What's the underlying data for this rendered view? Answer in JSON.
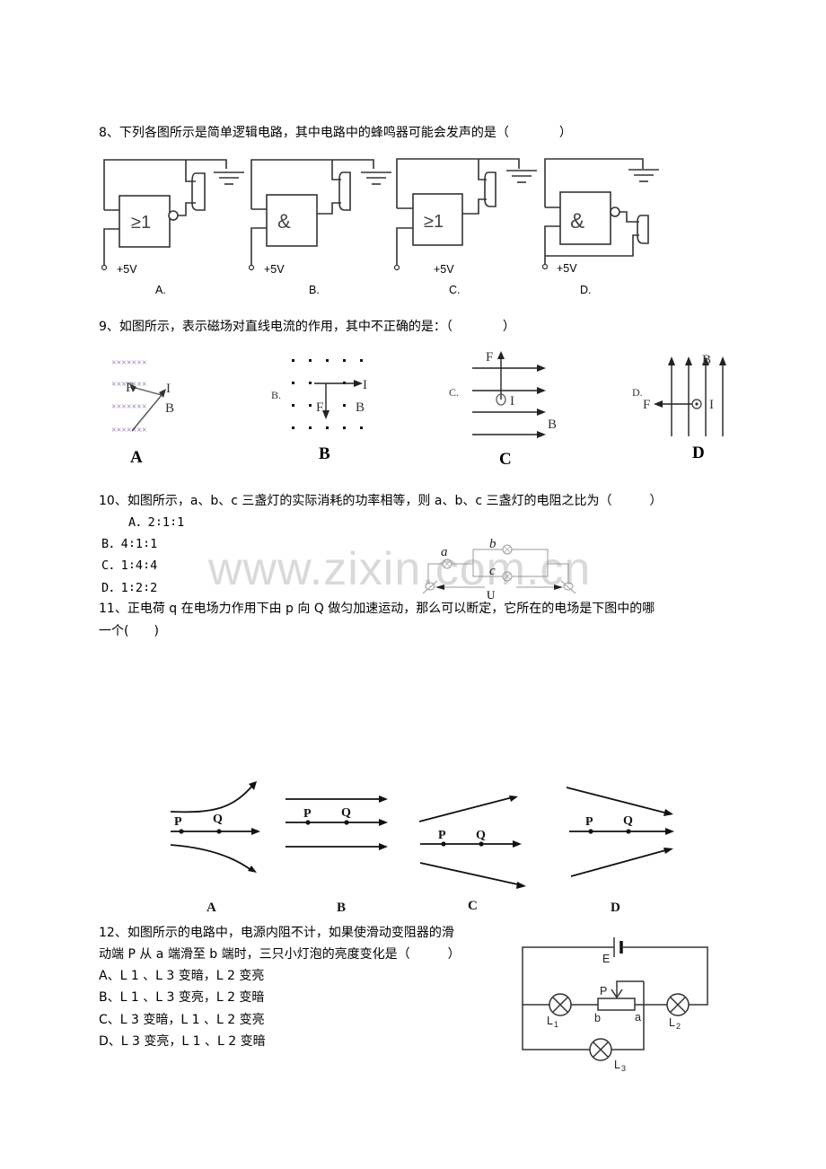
{
  "watermark": "www.zixin.com.cn",
  "q8": {
    "stem": "8、下列各图所示是简单逻辑电路，其中电路中的蜂鸣器可能会发声的是（　　　　）",
    "figures": [
      {
        "label": "A.",
        "gate": "≥1",
        "supply": "+5V"
      },
      {
        "label": "B.",
        "gate": "&",
        "supply": "+5V"
      },
      {
        "label": "C.",
        "gate": "≥1",
        "supply": "+5V"
      },
      {
        "label": "D.",
        "gate": "&",
        "supply": "+5V"
      }
    ]
  },
  "q9": {
    "stem": "9、如图所示，表示磁场对直线电流的作用，其中不正确的是：（　　　　）",
    "figures": [
      {
        "label": "A",
        "force": "F",
        "current": "I",
        "field": "B"
      },
      {
        "label": "B",
        "prefix": "B.",
        "force": "F",
        "current": "I",
        "field": "B"
      },
      {
        "label": "C",
        "prefix": "C.",
        "force": "F",
        "current": "I",
        "field": "B"
      },
      {
        "label": "D",
        "prefix": "D.",
        "force": "F",
        "current": "I",
        "field": "B"
      }
    ]
  },
  "q10": {
    "stem": "10、如图所示，a、b、c 三盏灯的实际消耗的功率相等，则 a、b、c 三盏灯的电阻之比为（　　　）",
    "options": [
      "A．2∶1∶1",
      "B．4∶1∶1",
      "C．1∶4∶4",
      "D．1∶2∶2"
    ],
    "figure": {
      "lamp_a": "a",
      "lamp_b": "b",
      "lamp_c": "c",
      "voltage": "U"
    }
  },
  "q11": {
    "stem_line1": "11、正电荷 q 在电场力作用下由 p 向 Q 做匀加速运动，那么可以断定，它所在的电场是下图中的哪",
    "stem_line2": "一个(　　)",
    "figures": [
      {
        "label": "A",
        "p": "P",
        "q": "Q"
      },
      {
        "label": "B",
        "p": "P",
        "q": "Q"
      },
      {
        "label": "C",
        "p": "P",
        "q": "Q"
      },
      {
        "label": "D",
        "p": "P",
        "q": "Q"
      }
    ]
  },
  "q12": {
    "stem_line1": "12、如图所示的电路中，电源内阻不计，如果使滑动变阻器的滑",
    "stem_line2": "动端 P 从 a 端滑至 b 端时，三只小灯泡的亮度变化是（　　　）",
    "options": [
      "A、L 1 、L 3 变暗，L 2 变亮",
      "B、L 1 、L 3 变亮，L 2 变暗",
      "C、L 3 变暗，L 1 、L 2 变亮",
      "D、L 3 变亮，L 1 、L 2 变暗"
    ],
    "figure": {
      "source": "E",
      "slider": "P",
      "end_b": "b",
      "end_a": "a",
      "lamp1": "L",
      "lamp1_sub": "1",
      "lamp2": "L",
      "lamp2_sub": "2",
      "lamp3": "L",
      "lamp3_sub": "3"
    }
  }
}
